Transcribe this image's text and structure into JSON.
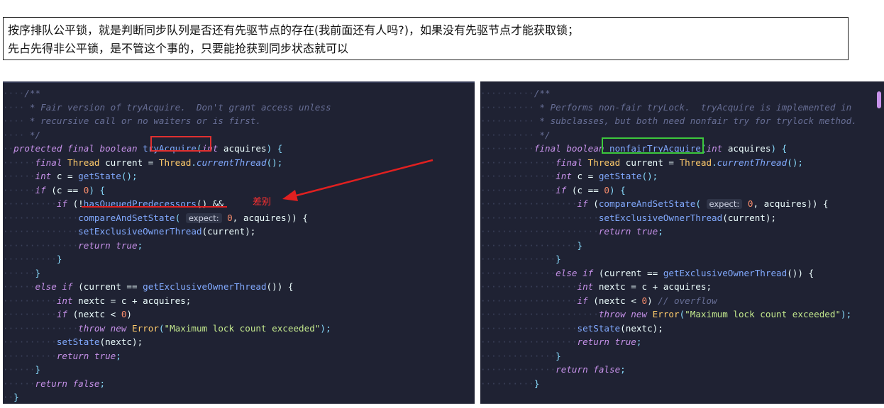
{
  "note": {
    "line1": "按序排队公平锁，就是判断同步队列是否还有先驱节点的存在(我前面还有人吗?)，如果没有先驱节点才能获取锁；",
    "line2": "先占先得非公平锁，是不管这个事的，只要能抢获到同步状态就可以"
  },
  "annotation": {
    "label": "差别"
  },
  "left_code": {
    "l1": "/**",
    "l2": " * Fair version of tryAcquire.  Don't grant access unless",
    "l3": " * recursive call or no waiters or is first.",
    "l4": " */",
    "kw_protected_final_boolean": "protected final boolean ",
    "method_name": "tryAcquire",
    "paren_open": "(",
    "kw_int": "int",
    "param": " acquires",
    "close_brace": ") {",
    "kw_final": "final ",
    "type_thread": "Thread",
    "var_current": " current = ",
    "type_thread2": "Thread",
    "dot": ".",
    "fn_currentThread": "currentThread",
    "call_end": "();",
    "kw_int2": "int",
    "var_c": " c = ",
    "fn_getState": "getState",
    "call_end2": "();",
    "kw_if": "if",
    "cond_c0a": " (c == ",
    "num0": "0",
    "cond_c0b": ") {",
    "kw_if2": "if",
    "cond_hq_a": " (!",
    "fn_hasQueued": "hasQueuedPredecessors",
    "cond_hq_b": "() &&",
    "fn_cas": "compareAndSetState",
    "hint_expect": "expect:",
    "num0b": " 0",
    "cas_rest": ", acquires)) {",
    "fn_setOwner": "setExclusiveOwnerThread",
    "setOwner_args": "(current);",
    "kw_return": "return ",
    "kw_true": "true",
    "semi": ";",
    "brace_close": "}",
    "brace_close2": "}",
    "kw_else_if": "else if",
    "elseif_a": " (current == ",
    "fn_getOwner": "getExclusiveOwnerThread",
    "elseif_b": "()) {",
    "kw_int3": "int",
    "nextc_decl": " nextc = c + acquires;",
    "kw_if3": "if",
    "cond_nextc_a": " (nextc < ",
    "cond_nextc_b": ")",
    "kw_throw_new": "throw new ",
    "type_error": "Error",
    "paren": "(",
    "str_max": "\"Maximum lock count exceeded\"",
    "paren_end": ");",
    "fn_setState": "setState",
    "setState_args": "(nextc);",
    "kw_return2": "return ",
    "kw_true2": "true",
    "semi2": ";",
    "brace_close3": "}",
    "kw_return3": "return ",
    "kw_false": "false",
    "semi3": ";",
    "brace_close4": "}"
  },
  "right_code": {
    "l1": "/**",
    "l2": " * Performs non-fair tryLock.  tryAcquire is implemented in",
    "l3": " * subclasses, but both need nonfair try for trylock method.",
    "l4": " */",
    "kw_final_boolean": "final boolean ",
    "method_name": "nonfairTryAcquire",
    "paren_open": "(",
    "kw_int": "int",
    "param": " acquires",
    "close_brace": ") {",
    "kw_final": "final ",
    "type_thread": "Thread",
    "var_current": " current = ",
    "type_thread2": "Thread",
    "dot": ".",
    "fn_currentThread": "currentThread",
    "call_end": "();",
    "kw_int2": "int",
    "var_c": " c = ",
    "fn_getState": "getState",
    "call_end2": "();",
    "kw_if": "if",
    "cond_c0a": " (c == ",
    "num0": "0",
    "cond_c0b": ") {",
    "kw_if2": "if",
    "paren_a": " (",
    "fn_cas": "compareAndSetState",
    "paren_b": "(",
    "hint_expect": "expect:",
    "num0b": " 0",
    "cas_rest": ", acquires)) {",
    "fn_setOwner": "setExclusiveOwnerThread",
    "setOwner_args": "(current);",
    "kw_return": "return ",
    "kw_true": "true",
    "semi": ";",
    "brace_close": "}",
    "brace_close2": "}",
    "kw_else_if": "else if",
    "elseif_a": " (current == ",
    "fn_getOwner": "getExclusiveOwnerThread",
    "elseif_b": "()) {",
    "kw_int3": "int",
    "nextc_decl": " nextc = c + acquires;",
    "kw_if3": "if",
    "cond_nextc_a": " (nextc < ",
    "cond_nextc_b": ") ",
    "comment_overflow": "// overflow",
    "kw_throw_new": "throw new ",
    "type_error": "Error",
    "paren": "(",
    "str_max": "\"Maximum lock count exceeded\"",
    "paren_end": ");",
    "fn_setState": "setState",
    "setState_args": "(nextc);",
    "kw_return2": "return ",
    "kw_true2": "true",
    "semi2": ";",
    "brace_close3": "}",
    "kw_return3": "return ",
    "kw_false": "false",
    "semi3": ";",
    "brace_close4": "}"
  },
  "colors": {
    "editor_bg": "#1f2233",
    "highlight_red": "#e03030",
    "highlight_green": "#3cc83c"
  }
}
